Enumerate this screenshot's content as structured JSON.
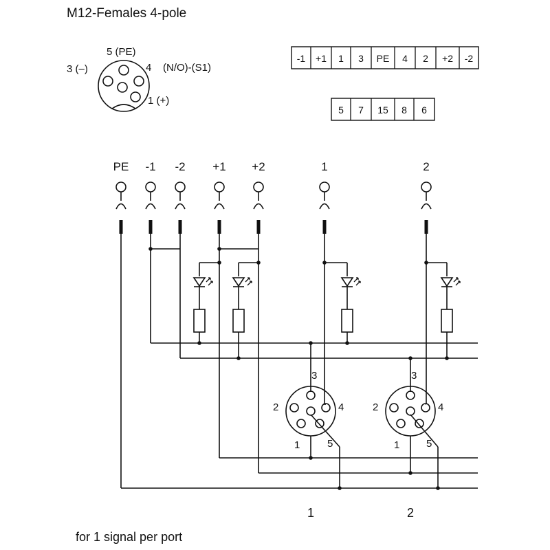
{
  "title": "M12-Females  4-pole",
  "legend_pins": {
    "pin5": "5 (PE)",
    "pin3": "3 (–)",
    "pin4": "4",
    "pin4_desc": "(N/O)-(S1)",
    "pin1": "1 (+)"
  },
  "terminal_strip_top": [
    "-1",
    "+1",
    "1",
    "3",
    "PE",
    "4",
    "2",
    "+2",
    "-2"
  ],
  "terminal_strip_bottom": [
    "5",
    "7",
    "15",
    "8",
    "6"
  ],
  "terminals": [
    "PE",
    "-1",
    "-2",
    "+1",
    "+2",
    "1",
    "2"
  ],
  "port_pin_labels": {
    "pin3": "3",
    "pin2": "2",
    "pin4": "4",
    "pin1": "1",
    "pin5": "5"
  },
  "ports": [
    "1",
    "2"
  ],
  "footer": "for 1 signal per port"
}
